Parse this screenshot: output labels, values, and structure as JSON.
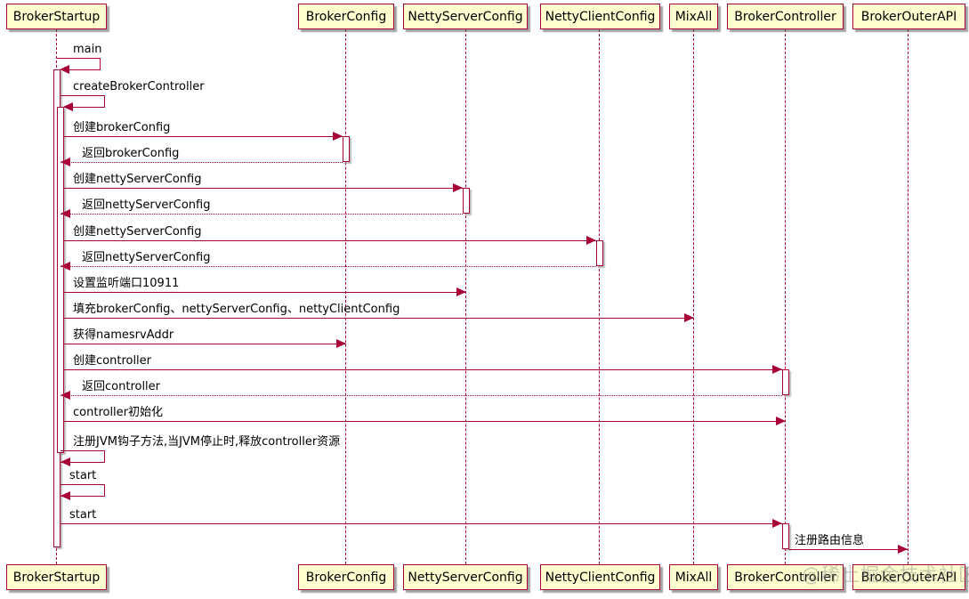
{
  "diagram": {
    "type": "sequence-diagram",
    "participants": [
      {
        "name": "BrokerStartup"
      },
      {
        "name": "BrokerConfig"
      },
      {
        "name": "NettyServerConfig"
      },
      {
        "name": "NettyClientConfig"
      },
      {
        "name": "MixAll"
      },
      {
        "name": "BrokerController"
      },
      {
        "name": "BrokerOuterAPI"
      }
    ],
    "messages": [
      {
        "label": "main",
        "from": "BrokerStartup",
        "to": "BrokerStartup",
        "kind": "self-call"
      },
      {
        "label": "createBrokerController",
        "from": "BrokerStartup",
        "to": "BrokerStartup",
        "kind": "self-call"
      },
      {
        "label": "创建brokerConfig",
        "from": "BrokerStartup",
        "to": "BrokerConfig",
        "kind": "call"
      },
      {
        "label": "返回brokerConfig",
        "from": "BrokerConfig",
        "to": "BrokerStartup",
        "kind": "return"
      },
      {
        "label": "创建nettyServerConfig",
        "from": "BrokerStartup",
        "to": "NettyServerConfig",
        "kind": "call"
      },
      {
        "label": "返回nettyServerConfig",
        "from": "NettyServerConfig",
        "to": "BrokerStartup",
        "kind": "return"
      },
      {
        "label": "创建nettyServerConfig",
        "from": "BrokerStartup",
        "to": "NettyClientConfig",
        "kind": "call"
      },
      {
        "label": "返回nettyServerConfig",
        "from": "NettyClientConfig",
        "to": "BrokerStartup",
        "kind": "return"
      },
      {
        "label": "设置监听端口10911",
        "from": "BrokerStartup",
        "to": "NettyServerConfig",
        "kind": "call"
      },
      {
        "label": "填充brokerConfig、nettyServerConfig、nettyClientConfig",
        "from": "BrokerStartup",
        "to": "MixAll",
        "kind": "call"
      },
      {
        "label": "获得namesrvAddr",
        "from": "BrokerStartup",
        "to": "BrokerConfig",
        "kind": "call"
      },
      {
        "label": "创建controller",
        "from": "BrokerStartup",
        "to": "BrokerController",
        "kind": "call"
      },
      {
        "label": "返回controller",
        "from": "BrokerController",
        "to": "BrokerStartup",
        "kind": "return"
      },
      {
        "label": "controller初始化",
        "from": "BrokerStartup",
        "to": "BrokerController",
        "kind": "call"
      },
      {
        "label": "注册JVM钩子方法,当JVM停止时,释放controller资源",
        "from": "BrokerStartup",
        "to": "BrokerStartup",
        "kind": "self-call"
      },
      {
        "label": "start",
        "from": "BrokerStartup",
        "to": "BrokerStartup",
        "kind": "self-call"
      },
      {
        "label": "start",
        "from": "BrokerStartup",
        "to": "BrokerController",
        "kind": "call"
      },
      {
        "label": "注册路由信息",
        "from": "BrokerController",
        "to": "BrokerOuterAPI",
        "kind": "call"
      }
    ],
    "watermark": "@稀土掘金技术社区",
    "colors": {
      "participant_fill": "#FEFECE",
      "stroke": "#A80036",
      "text": "#000000",
      "background": "#FFFFFF",
      "watermark": "#8A8A8A"
    }
  }
}
